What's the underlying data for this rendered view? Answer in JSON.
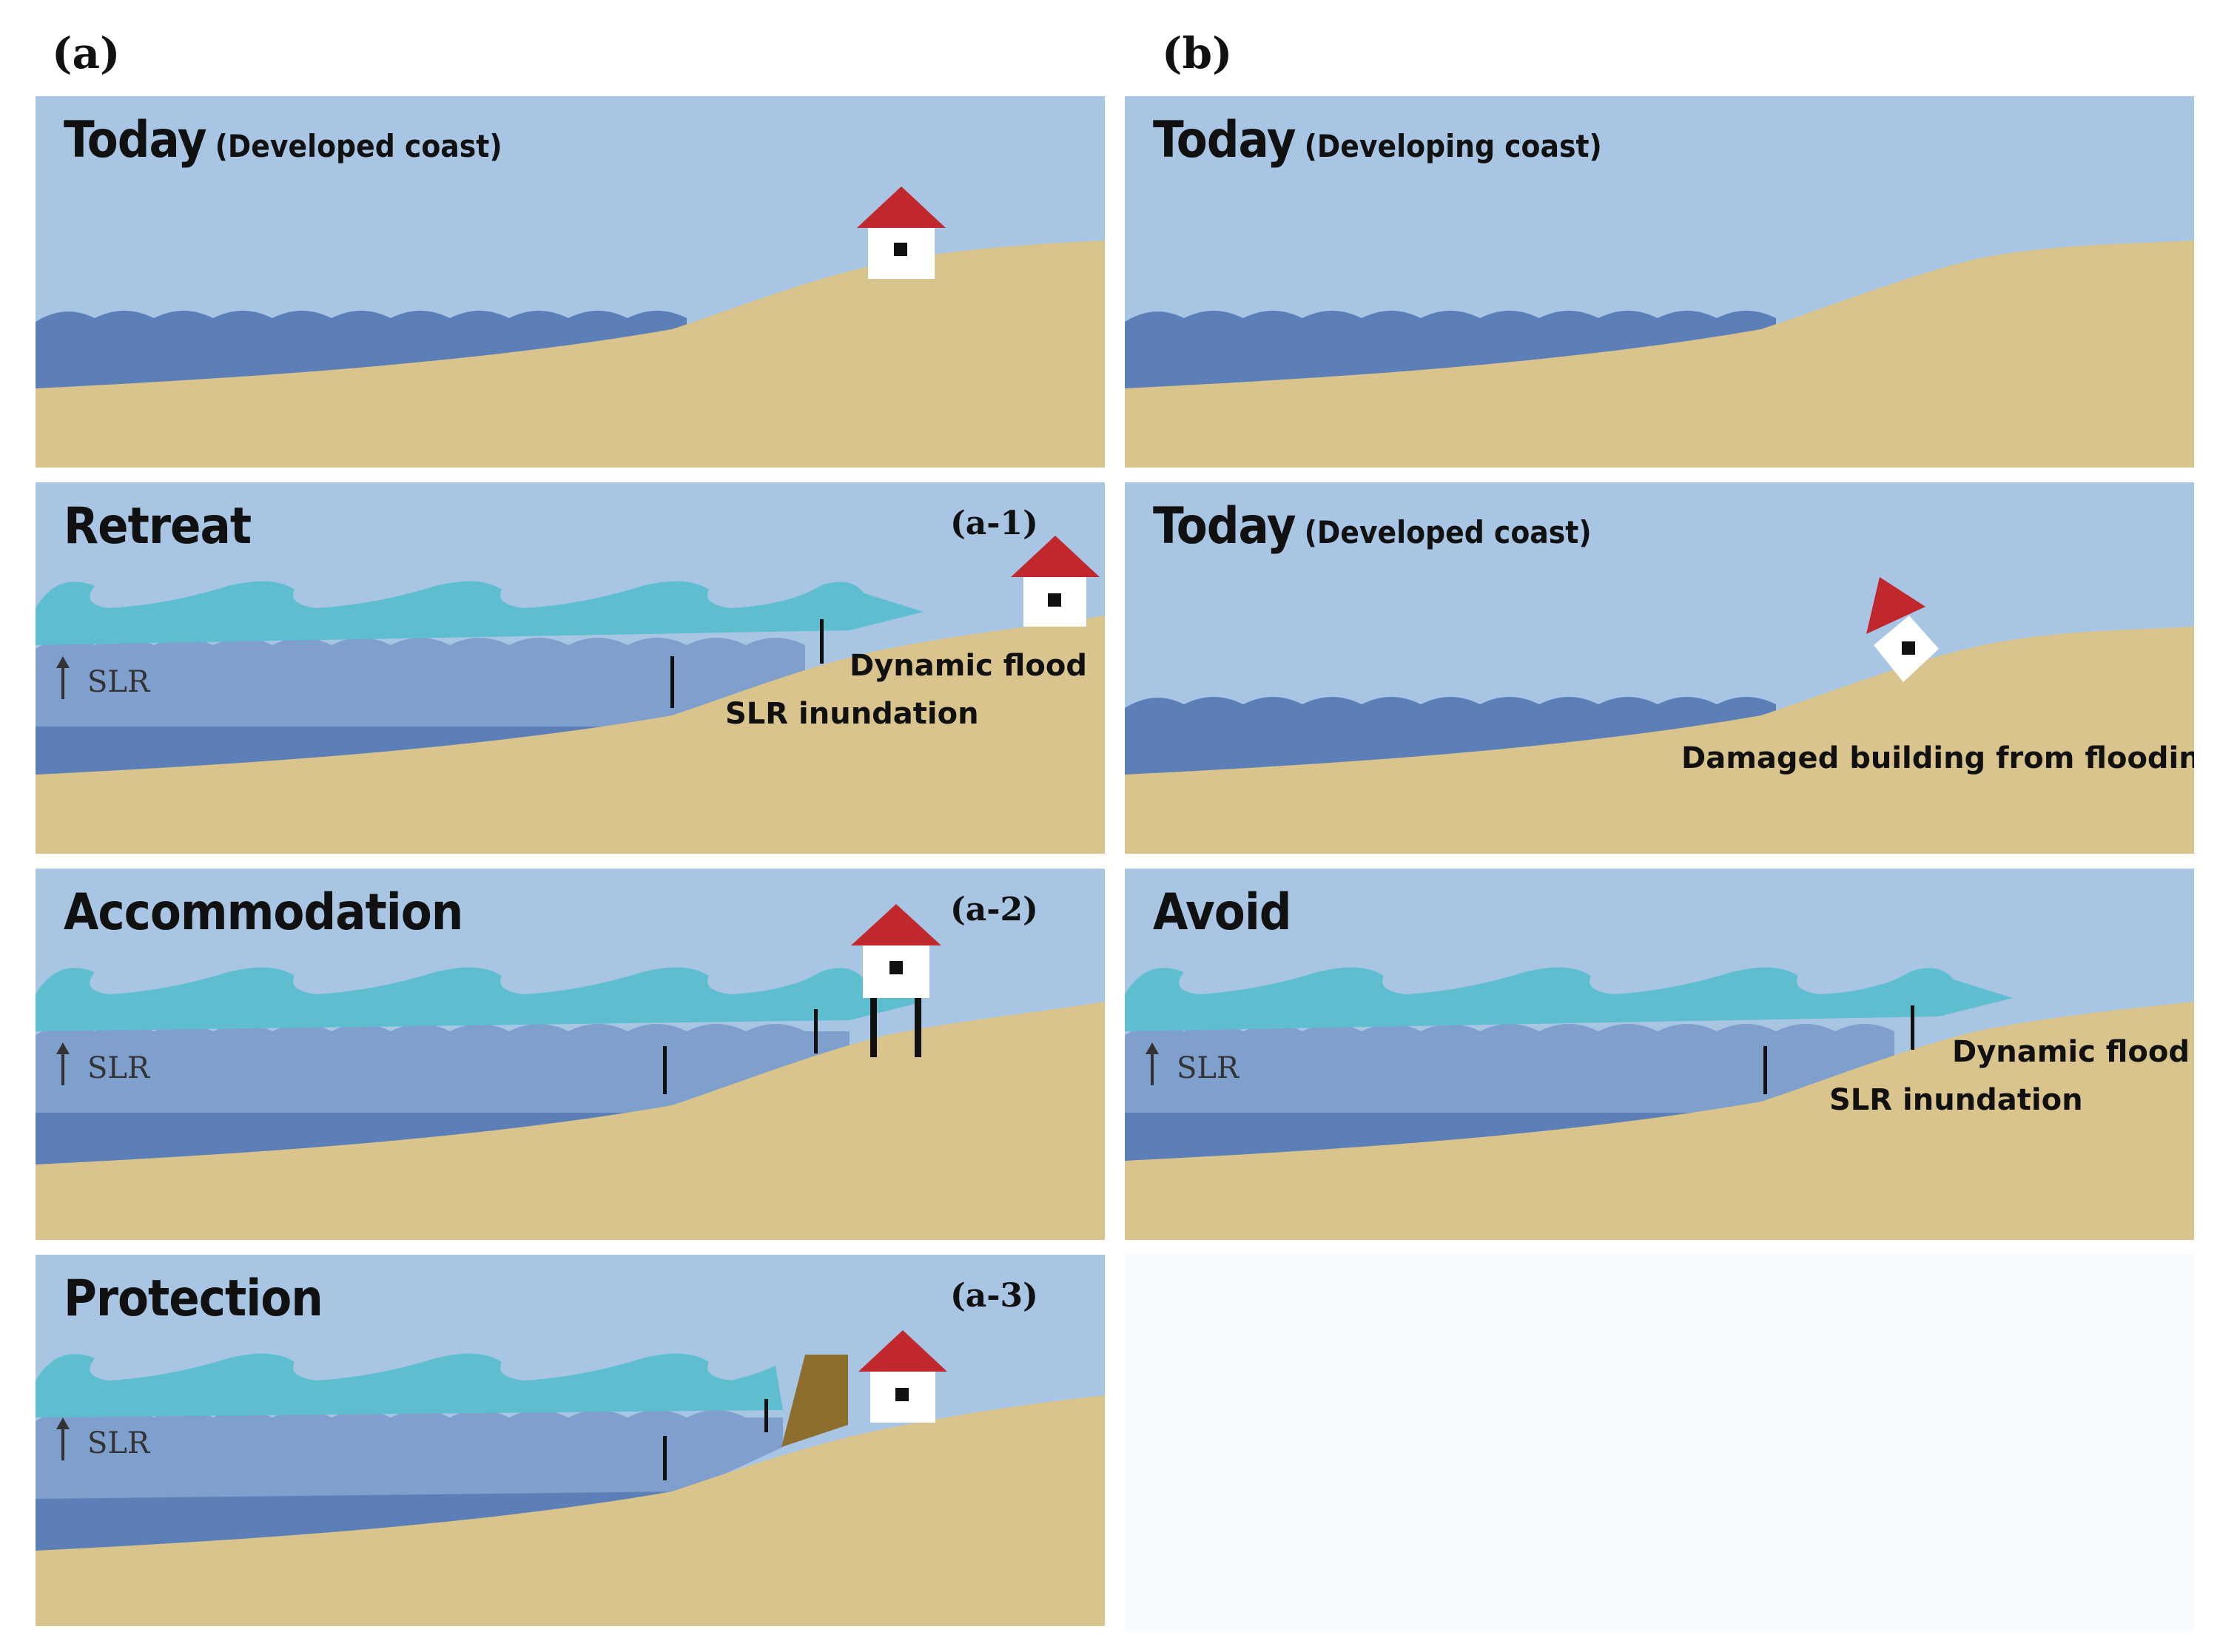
{
  "column_labels": {
    "a": "(a)",
    "b": "(b)"
  },
  "panels": {
    "a_today": {
      "title": "Today",
      "subtitle": "(Developed coast)"
    },
    "a_retreat": {
      "title": "Retreat",
      "tag": "(a-1)",
      "slr": "SLR",
      "dynamic_flood": "Dynamic flood",
      "slr_inundation": "SLR inundation"
    },
    "a_accommodation": {
      "title": "Accommodation",
      "tag": "(a-2)",
      "slr": "SLR"
    },
    "a_protection": {
      "title": "Protection",
      "tag": "(a-3)",
      "slr": "SLR"
    },
    "b_today_developing": {
      "title": "Today",
      "subtitle": "(Developing coast)"
    },
    "b_today_developed": {
      "title": "Today",
      "subtitle": "(Developed coast)",
      "damage_note": "Damaged building  from flooding"
    },
    "b_avoid": {
      "title": "Avoid",
      "slr": "SLR",
      "dynamic_flood": "Dynamic flood",
      "slr_inundation": "SLR inundation"
    }
  },
  "colors": {
    "sky": "#a8c6e4",
    "sand": "#d8c48c",
    "sea_deep": "#5b7fb6",
    "sea_raised": "#7f9fcd",
    "wave_crest": "#5fbdd0",
    "roof": "#c0282d",
    "seawall": "#8e6e2c"
  }
}
